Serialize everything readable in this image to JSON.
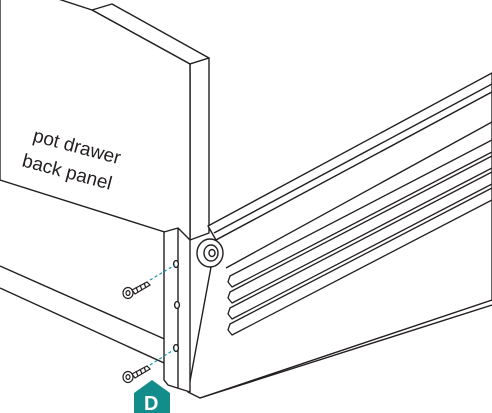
{
  "panel_label": {
    "line1": "pot drawer",
    "line2": "back panel"
  },
  "step_badge": {
    "letter": "D",
    "color": "#138c8c"
  },
  "colors": {
    "line": "#231f20",
    "guide": "#1a8fb0",
    "fill": "#ffffff"
  }
}
